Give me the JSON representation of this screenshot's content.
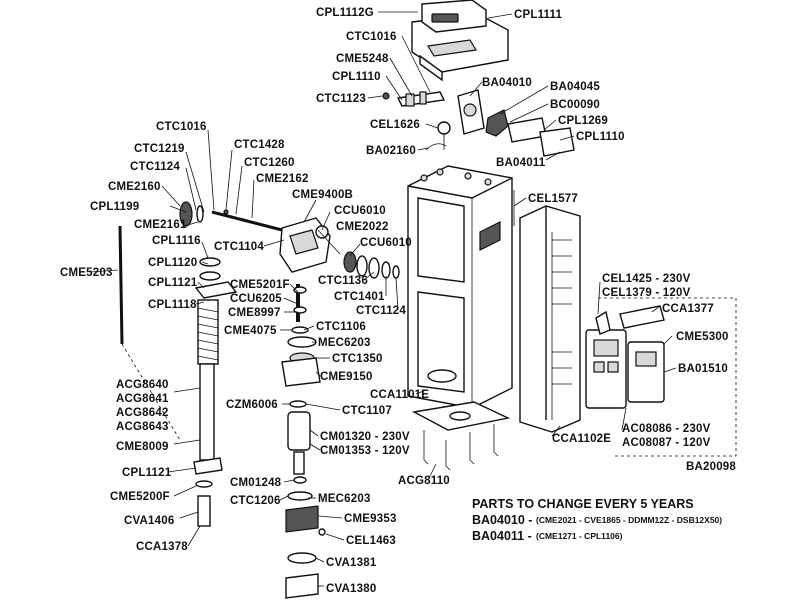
{
  "diagram": {
    "labels": {
      "cpl1112g": "CPL1112G",
      "cpl1111": "CPL1111",
      "ctc1016_top": "CTC1016",
      "cme5248": "CME5248",
      "cpl1110_top": "CPL1110",
      "ctc1123": "CTC1123",
      "ba04010": "BA04010",
      "ba04045": "BA04045",
      "bc00090": "BC00090",
      "cpl1269": "CPL1269",
      "cpl1110_right": "CPL1110",
      "cel1626": "CEL1626",
      "ba02160": "BA02160",
      "ba04011": "BA04011",
      "ctc1016_left": "CTC1016",
      "ctc1428": "CTC1428",
      "ctc1219": "CTC1219",
      "ctc1260": "CTC1260",
      "ctc1124_left": "CTC1124",
      "cme2162": "CME2162",
      "cme2160": "CME2160",
      "cme9400b": "CME9400B",
      "cpl1199": "CPL1199",
      "ccu6010_a": "CCU6010",
      "cme2161": "CME2161",
      "cme2022": "CME2022",
      "cpl1116": "CPL1116",
      "ctc1104": "CTC1104",
      "ccu6010_b": "CCU6010",
      "cel1577": "CEL1577",
      "cpl1120": "CPL1120",
      "cme5203": "CME5203",
      "cpl1121_top": "CPL1121",
      "cme5201f": "CME5201F",
      "ctc1136": "CTC1136",
      "ctc1401": "CTC1401",
      "ccu6205": "CCU6205",
      "cpl1118": "CPL1118",
      "cme8997": "CME8997",
      "ctc1124_right": "CTC1124",
      "ctc1106": "CTC1106",
      "cme4075": "CME4075",
      "mec6203_top": "MEC6203",
      "ctc1350": "CTC1350",
      "cme9150": "CME9150",
      "cel1425": "CEL1425 - 230V",
      "cel1379": "CEL1379 - 120V",
      "cca1377": "CCA1377",
      "cme5300": "CME5300",
      "ba01510": "BA01510",
      "acg8640": "ACG8640",
      "acg8641": "ACG8641",
      "acg8642": "ACG8642",
      "acg8643": "ACG8643",
      "cca1101e": "CCA1101E",
      "czm6006": "CZM6006",
      "ctc1107": "CTC1107",
      "cme8009": "CME8009",
      "cm01320": "CM01320 - 230V",
      "cm01353": "CM01353 - 120V",
      "cca1102e": "CCA1102E",
      "ac08086": "AC08086 - 230V",
      "ac08087": "AC08087 - 120V",
      "ba20098": "BA20098",
      "cpl1121_bottom": "CPL1121",
      "acg8110": "ACG8110",
      "cm01248": "CM01248",
      "cme5200f": "CME5200F",
      "ctc1206": "CTC1206",
      "mec6203_bottom": "MEC6203",
      "cva1406": "CVA1406",
      "cme9353": "CME9353",
      "cel1463": "CEL1463",
      "cca1378": "CCA1378",
      "cva1381": "CVA1381",
      "cva1380": "CVA1380"
    },
    "note": {
      "title": "PARTS TO CHANGE EVERY 5 YEARS",
      "line1_code": "BA04010 -",
      "line1_detail": "(CME2021 - CVE1865 - DDMM12Z - DSB12X50)",
      "line2_code": "BA04011 -",
      "line2_detail": "(CME1271 - CPL1106)"
    }
  }
}
